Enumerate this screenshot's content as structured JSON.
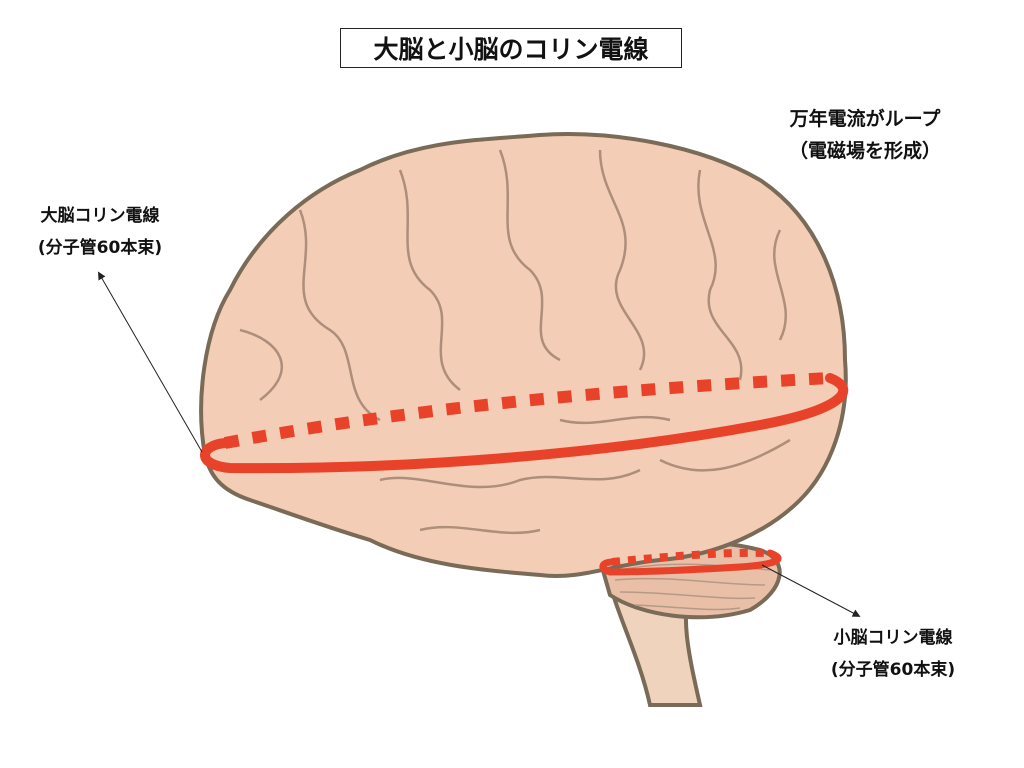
{
  "title": "大脳と小脳のコリン電線",
  "loop_note": {
    "line1": "万年電流がループ",
    "line2": "（電磁場を形成）"
  },
  "cerebrum_label": {
    "line1": "大脳コリン電線",
    "line2": "(分子管60本束)"
  },
  "cerebellum_label": {
    "line1": "小脳コリン電線",
    "line2": "(分子管60本束)"
  },
  "colors": {
    "wire": "#e8432a",
    "brain_fill": "#f3cdb5",
    "brain_outline": "#7a6a58",
    "stem_fill": "#f0d3bd"
  }
}
